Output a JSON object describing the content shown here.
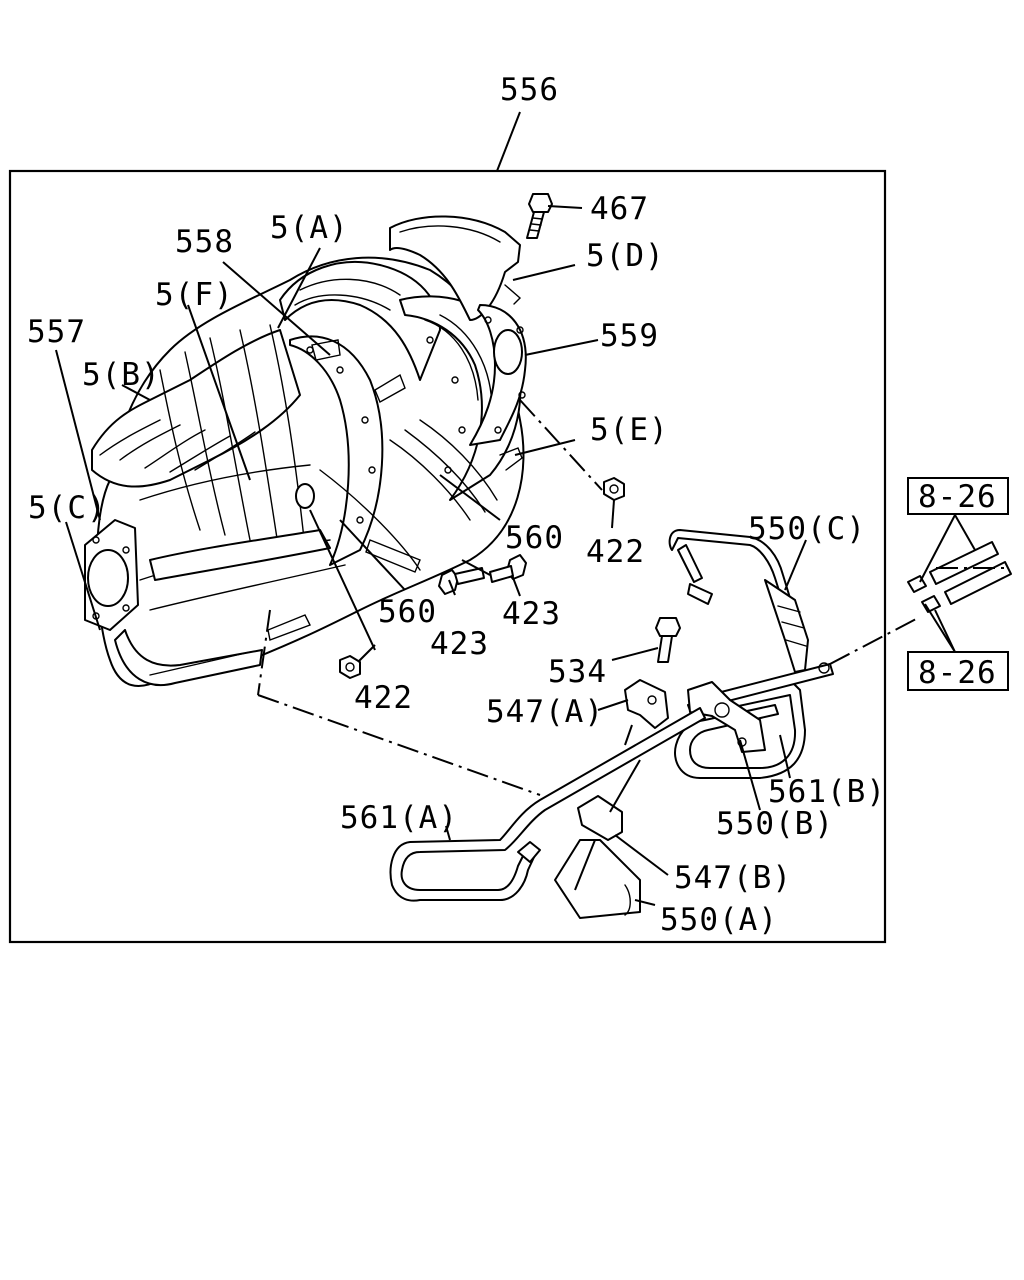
{
  "labels": {
    "l556": "556",
    "l467": "467",
    "l558": "558",
    "l5a": "5(A)",
    "l5d": "5(D)",
    "l5f": "5(F)",
    "l559": "559",
    "l557": "557",
    "l5b": "5(B)",
    "l5e": "5(E)",
    "l5c": "5(C)",
    "l422a": "422",
    "l560a": "560",
    "l550c": "550(C)",
    "l560b": "560",
    "l423a": "423",
    "l423b": "423",
    "l422b": "422",
    "l534": "534",
    "l547a": "547(A)",
    "l561b": "561(B)",
    "l561a": "561(A)",
    "l550b": "550(B)",
    "l547b": "547(B)",
    "l550a": "550(A)",
    "ref1": "8-26",
    "ref2": "8-26"
  }
}
